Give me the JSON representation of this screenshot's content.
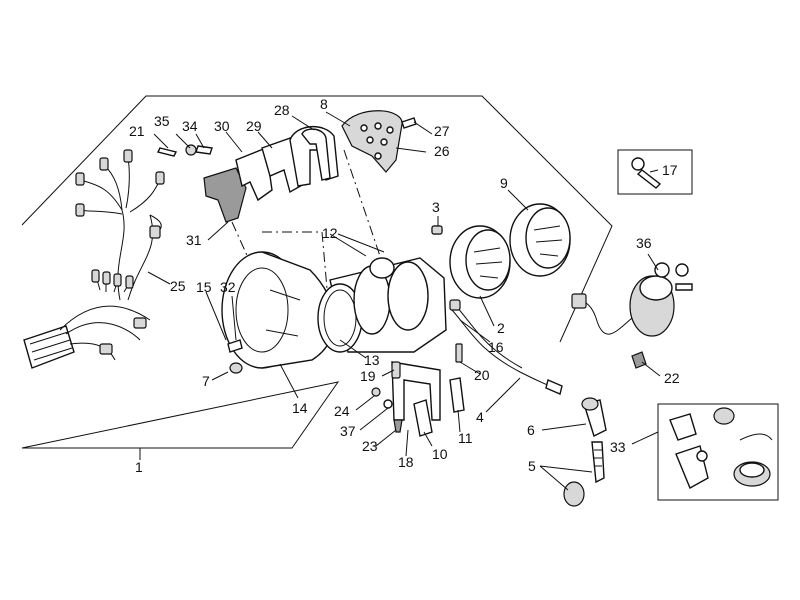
{
  "callouts": [
    {
      "id": "c1",
      "label": "1"
    },
    {
      "id": "c2",
      "label": "2"
    },
    {
      "id": "c4",
      "label": "4"
    },
    {
      "id": "c5",
      "label": "5"
    },
    {
      "id": "c6",
      "label": "6"
    },
    {
      "id": "c7",
      "label": "7"
    },
    {
      "id": "c8",
      "label": "8"
    },
    {
      "id": "c9",
      "label": "9"
    },
    {
      "id": "c10",
      "label": "10"
    },
    {
      "id": "c11",
      "label": "11"
    },
    {
      "id": "c12",
      "label": "12"
    },
    {
      "id": "c13",
      "label": "13"
    },
    {
      "id": "c14",
      "label": "14"
    },
    {
      "id": "c15",
      "label": "15"
    },
    {
      "id": "c16",
      "label": "16"
    },
    {
      "id": "c17",
      "label": "17"
    },
    {
      "id": "c18",
      "label": "18"
    },
    {
      "id": "c19",
      "label": "19"
    },
    {
      "id": "c20",
      "label": "20"
    },
    {
      "id": "c21",
      "label": "21"
    },
    {
      "id": "c22",
      "label": "22"
    },
    {
      "id": "c23",
      "label": "23"
    },
    {
      "id": "c24",
      "label": "24"
    },
    {
      "id": "c25",
      "label": "25"
    },
    {
      "id": "c26",
      "label": "26"
    },
    {
      "id": "c27",
      "label": "27"
    },
    {
      "id": "c28",
      "label": "28"
    },
    {
      "id": "c29",
      "label": "29"
    },
    {
      "id": "c30",
      "label": "30"
    },
    {
      "id": "c31",
      "label": "31"
    },
    {
      "id": "c32",
      "label": "32"
    },
    {
      "id": "c33",
      "label": "33"
    },
    {
      "id": "c34",
      "label": "34"
    },
    {
      "id": "c35",
      "label": "35"
    },
    {
      "id": "c36",
      "label": "36"
    },
    {
      "id": "c37",
      "label": "37"
    },
    {
      "id": "c3",
      "label": "3"
    }
  ]
}
